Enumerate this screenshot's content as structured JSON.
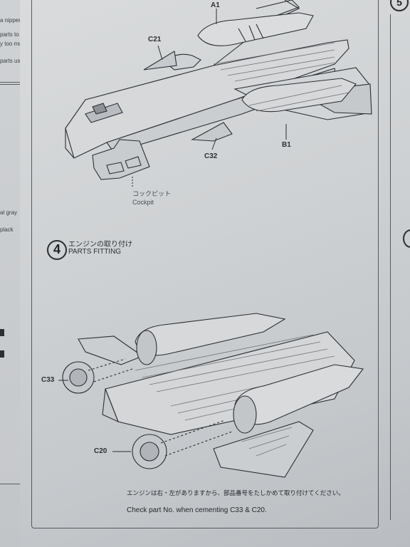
{
  "left_margin_fragments": [
    {
      "text": "a nipper or",
      "x_hint": "a"
    },
    {
      "text": "parts to be",
      "x_hint": "b"
    },
    {
      "text": "y too much",
      "x_hint": "c"
    },
    {
      "text": "parts using",
      "x_hint": "d"
    },
    {
      "text": "al gray",
      "x_hint": "e"
    },
    {
      "text": "plack",
      "x_hint": "f"
    }
  ],
  "top_section": {
    "part_labels": {
      "a1": "A1",
      "c21": "C21",
      "c32": "C32",
      "b1": "B1"
    },
    "cockpit_jp": "コックピット",
    "cockpit_en": "Cockpit"
  },
  "step4": {
    "number": "4",
    "title_jp": "エンジンの取り付け",
    "title_en": "PARTS FITTING",
    "part_labels": {
      "c33": "C33",
      "c20": "C20"
    },
    "note_jp": "エンジンは右・左がありますから、部品番号をたしかめて取り付けてください。",
    "note_en": "Check part No. when cementing C33 & C20."
  },
  "page_markers": {
    "right_step": "5"
  }
}
